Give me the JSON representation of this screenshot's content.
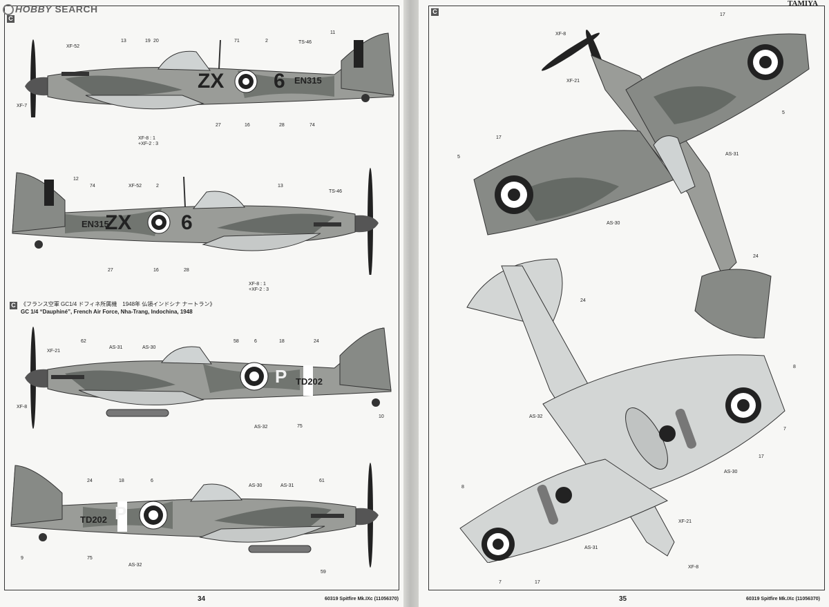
{
  "watermark": {
    "logo": "HOBBY",
    "text": "SEARCH"
  },
  "brand": "TAMIYA",
  "left_page": {
    "section_marker": "C",
    "section_c_title_jp": "《フランス空軍 GC1/4 ドフィネ所属機　1948年 仏領インドシナ ナートラン》",
    "section_c_title_en": "GC 1/4 “Dauphiné”, French Air Force, Nha-Trang, Indochina, 1948",
    "page_number": "34",
    "footer": "60319 Spitfire Mk.IXc (11056370)",
    "aircraft1": {
      "code_letters": "ZX",
      "code_number": "6",
      "serial": "EN315",
      "callouts": [
        "XF-52",
        "13",
        "19",
        "20",
        "71",
        "2",
        "TS-46",
        "11",
        "XF-7",
        "27",
        "16",
        "28",
        "74"
      ],
      "mix": [
        "XF-8 : 1",
        "+XF-2 : 3"
      ]
    },
    "aircraft2": {
      "code_letters": "ZX",
      "code_number": "6",
      "serial": "EN315",
      "callouts": [
        "12",
        "74",
        "XF-52",
        "2",
        "13",
        "TS-46",
        "27",
        "16",
        "28"
      ],
      "mix": [
        "XF-8 : 1",
        "+XF-2 : 3"
      ]
    },
    "aircraft3": {
      "code_letter": "P",
      "serial": "TD202",
      "callouts": [
        "XF-21",
        "62",
        "AS-31",
        "AS-30",
        "58",
        "6",
        "18",
        "24",
        "XF-8",
        "AS-32",
        "75",
        "10"
      ]
    },
    "aircraft4": {
      "code_letter": "P",
      "serial": "TD202",
      "callouts": [
        "24",
        "18",
        "6",
        "AS-30",
        "AS-31",
        "61",
        "9",
        "75",
        "AS-32",
        "59"
      ]
    }
  },
  "right_page": {
    "section_marker": "C",
    "page_number": "35",
    "footer": "60319 Spitfire Mk.IXc (11056370)",
    "top_view_callouts": [
      "XF-8",
      "XF-21",
      "17",
      "5",
      "AS-31",
      "17",
      "5",
      "AS-30",
      "24"
    ],
    "bottom_view_callouts": [
      "24",
      "8",
      "7",
      "AS-32",
      "17",
      "AS-30",
      "8",
      "AS-31",
      "XF-21",
      "XF-8",
      "7",
      "17"
    ]
  },
  "colors": {
    "camo_grey": "#8e918d",
    "camo_dark": "#5d625e",
    "underside": "#c9cccb",
    "roundel_blue": "#1e2022"
  }
}
